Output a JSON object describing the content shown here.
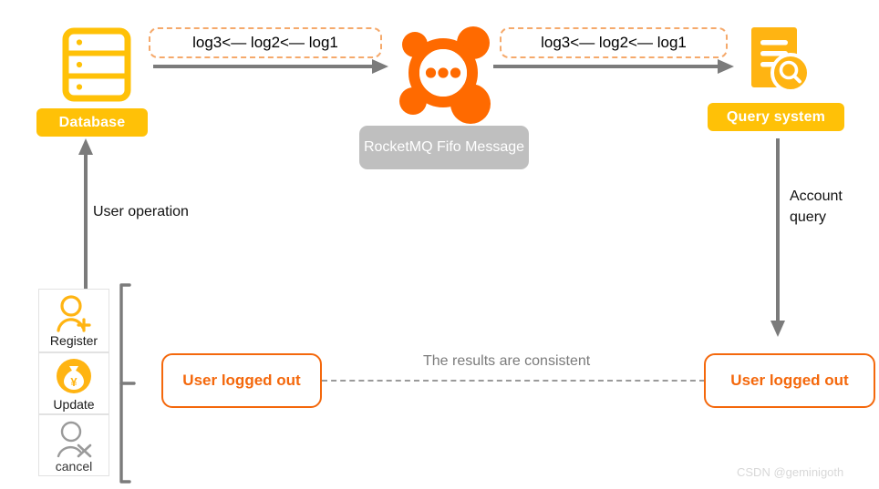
{
  "diagram": {
    "title": "RocketMQ FIFO message consistency flow",
    "colors": {
      "amber": "#FFC107",
      "orange": "#F4680C",
      "dashed_orange": "#F5A96B",
      "gray_badge": "#BFBFBF",
      "arrow_gray": "#7B7B7B",
      "watermark_gray": "#D8D8D8"
    },
    "nodes": {
      "database": {
        "label": "Database",
        "icon": "database-icon"
      },
      "broker": {
        "label": "RocketMQ Fifo\nMessage",
        "icon": "rocketmq-icon"
      },
      "query_system": {
        "label": "Query system",
        "icon": "document-search-icon"
      }
    },
    "log_flows": [
      {
        "text": "log3<— log2<— log1"
      },
      {
        "text": "log3<— log2<— log1"
      }
    ],
    "edge_labels": {
      "user_operation": "User operation",
      "account_query": "Account\nquery",
      "results_consistent": "The results are consistent"
    },
    "operations": [
      {
        "label": "Register",
        "icon": "user-add-icon",
        "state": "active"
      },
      {
        "label": "Update",
        "icon": "money-bag-icon",
        "state": "active"
      },
      {
        "label": "cancel",
        "icon": "user-cancel-icon",
        "state": "inactive"
      }
    ],
    "results": [
      {
        "label": "User logged out",
        "side": "left"
      },
      {
        "label": "User logged out",
        "side": "right"
      }
    ],
    "watermark": "CSDN @geminigoth"
  }
}
